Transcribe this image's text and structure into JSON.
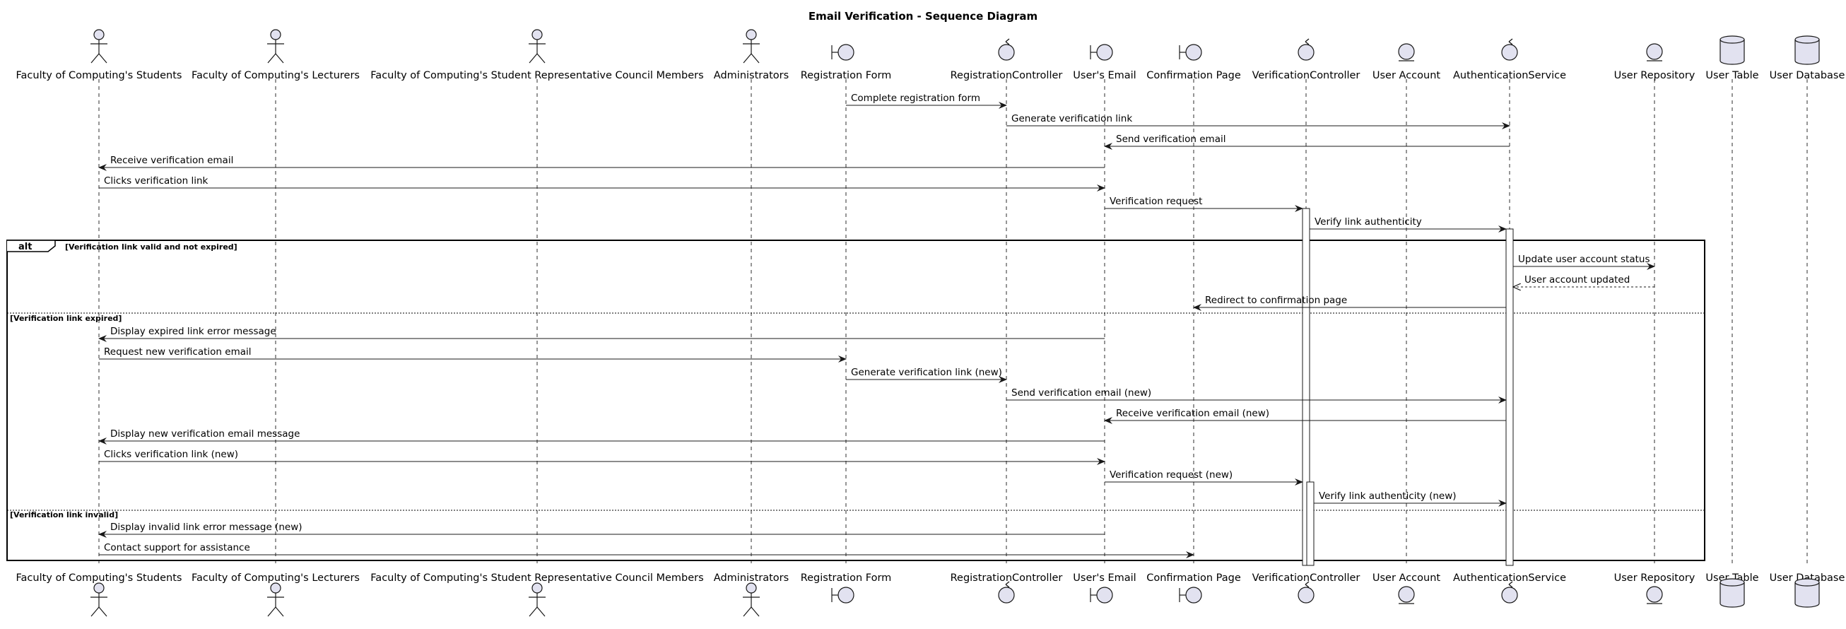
{
  "title": "Email Verification - Sequence Diagram",
  "participants": [
    {
      "id": "students",
      "name": "Faculty of Computing's Students",
      "type": "actor"
    },
    {
      "id": "lecturers",
      "name": "Faculty of Computing's Lecturers",
      "type": "actor"
    },
    {
      "id": "src",
      "name": "Faculty of Computing's Student Representative Council Members",
      "type": "actor"
    },
    {
      "id": "admins",
      "name": "Administrators",
      "type": "actor"
    },
    {
      "id": "regform",
      "name": "Registration Form",
      "type": "boundary"
    },
    {
      "id": "regctrl",
      "name": "RegistrationController",
      "type": "control"
    },
    {
      "id": "email",
      "name": "User's Email",
      "type": "boundary"
    },
    {
      "id": "confpage",
      "name": "Confirmation Page",
      "type": "boundary"
    },
    {
      "id": "verctrl",
      "name": "VerificationController",
      "type": "control"
    },
    {
      "id": "account",
      "name": "User Account",
      "type": "entity"
    },
    {
      "id": "authsvc",
      "name": "AuthenticationService",
      "type": "control"
    },
    {
      "id": "repo",
      "name": "User Repository",
      "type": "entity"
    },
    {
      "id": "table",
      "name": "User Table",
      "type": "database"
    },
    {
      "id": "db",
      "name": "User Database",
      "type": "database"
    }
  ],
  "messages": [
    {
      "from": "regform",
      "to": "regctrl",
      "label": "Complete registration form",
      "style": "solid"
    },
    {
      "from": "regctrl",
      "to": "authsvc",
      "label": "Generate verification link",
      "style": "solid"
    },
    {
      "from": "authsvc",
      "to": "email",
      "label": "Send verification email",
      "style": "solid"
    },
    {
      "from": "email",
      "to": "students",
      "label": "Receive verification email",
      "style": "solid"
    },
    {
      "from": "students",
      "to": "email",
      "label": "Clicks verification link",
      "style": "solid"
    },
    {
      "from": "email",
      "to": "verctrl",
      "label": "Verification request",
      "style": "solid"
    },
    {
      "from": "verctrl",
      "to": "authsvc",
      "label": "Verify link authenticity",
      "style": "solid"
    },
    {
      "from": "authsvc",
      "to": "repo",
      "label": "Update user account status",
      "style": "solid"
    },
    {
      "from": "repo",
      "to": "authsvc",
      "label": "User account updated",
      "style": "dashed"
    },
    {
      "from": "authsvc",
      "to": "confpage",
      "label": "Redirect to confirmation page",
      "style": "solid"
    },
    {
      "from": "email",
      "to": "students",
      "label": "Display expired link error message",
      "style": "solid"
    },
    {
      "from": "students",
      "to": "regform",
      "label": "Request new verification email",
      "style": "solid"
    },
    {
      "from": "regform",
      "to": "regctrl",
      "label": "Generate verification link (new)",
      "style": "solid"
    },
    {
      "from": "regctrl",
      "to": "authsvc",
      "label": "Send verification email (new)",
      "style": "solid"
    },
    {
      "from": "authsvc",
      "to": "email",
      "label": "Receive verification email (new)",
      "style": "solid"
    },
    {
      "from": "email",
      "to": "students",
      "label": "Display new verification email message",
      "style": "solid"
    },
    {
      "from": "students",
      "to": "email",
      "label": "Clicks verification link (new)",
      "style": "solid"
    },
    {
      "from": "email",
      "to": "verctrl",
      "label": "Verification request (new)",
      "style": "solid"
    },
    {
      "from": "verctrl",
      "to": "authsvc",
      "label": "Verify link authenticity (new)",
      "style": "solid"
    },
    {
      "from": "email",
      "to": "students",
      "label": "Display invalid link error message (new)",
      "style": "solid"
    },
    {
      "from": "students",
      "to": "confpage",
      "label": "Contact support for assistance",
      "style": "solid"
    }
  ],
  "fragment": {
    "operator": "alt",
    "guards": [
      "[Verification link valid and not expired]",
      "[Verification link expired]",
      "[Verification link invalid]"
    ]
  },
  "colors": {
    "participant_fill": "#e2e2f0",
    "participant_stroke": "#181818",
    "lifeline": "#181818",
    "activation_fill": "#ffffff"
  }
}
